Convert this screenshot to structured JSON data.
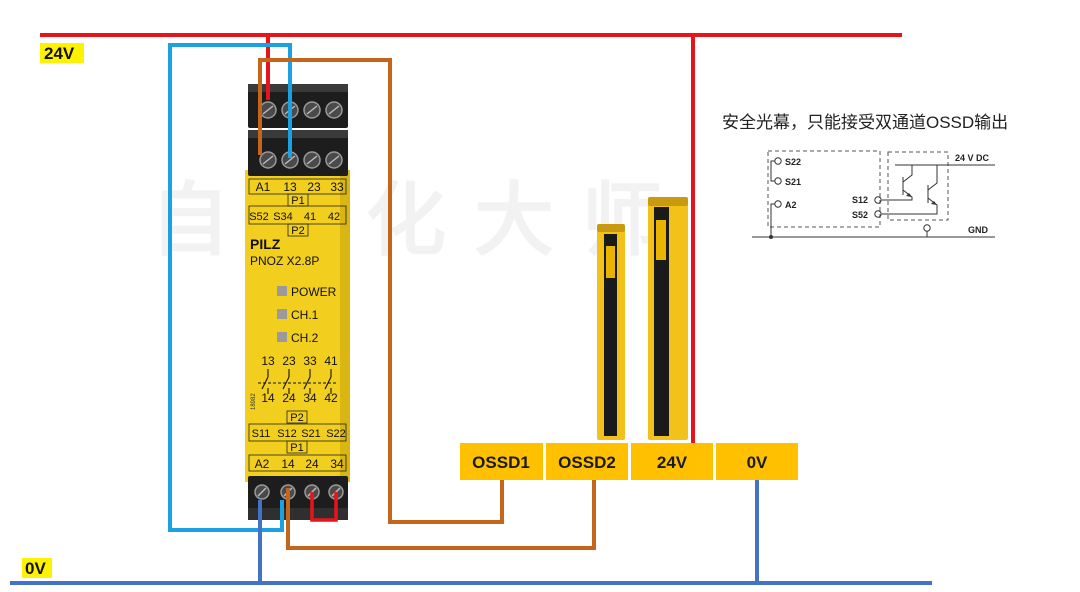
{
  "rails": {
    "top_label": "24V",
    "bottom_label": "0V"
  },
  "relay": {
    "brand": "PILZ",
    "model": "PNOZ X2.8P",
    "top_row1": [
      "A1",
      "13",
      "23",
      "33"
    ],
    "p1_top": "P1",
    "top_row2": [
      "S52",
      "S34",
      "41",
      "42"
    ],
    "p2_top": "P2",
    "leds": [
      "POWER",
      "CH.1",
      "CH.2"
    ],
    "contacts_top": [
      "13",
      "23",
      "33",
      "41"
    ],
    "contacts_bottom": [
      "14",
      "24",
      "34",
      "42"
    ],
    "side_code": "18982",
    "p2_bottom": "P2",
    "bottom_row2": [
      "S11",
      "S12",
      "S21",
      "S22"
    ],
    "p1_bottom": "P1",
    "bottom_row1": [
      "A2",
      "14",
      "24",
      "34"
    ]
  },
  "curtain_connector": [
    "OSSD1",
    "OSSD2",
    "24V",
    "0V"
  ],
  "note": "安全光幕，只能接受双通道OSSD输出",
  "schematic": {
    "s22": "S22",
    "s21": "S21",
    "a2": "A2",
    "vdc": "24 V DC",
    "s12": "S12",
    "s52": "S52",
    "gnd": "GND"
  },
  "watermark": "自动化大师",
  "colors": {
    "rail_24v": "#E8141B",
    "rail_0v": "#4472C4",
    "wire_light_blue": "#1BA1E2",
    "wire_orange": "#C5651C",
    "label_yellow": "#FFF200",
    "connector_fill": "#FFC000",
    "relay_yellow": "#F2CF1F"
  }
}
